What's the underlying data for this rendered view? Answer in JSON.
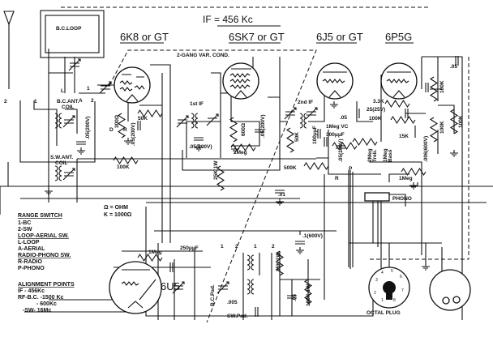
{
  "title": "IF = 456 Kc",
  "loop_label": "B.C.LOOP",
  "gang_label": "2-GANG VAR. COND.",
  "tubes": {
    "t1": "6K8 or GT",
    "t2": "6SK7 or GT",
    "t3": "6J5 or GT",
    "t4": "6P5G",
    "t5": "6U5"
  },
  "components": {
    "bc_ant_coil": [
      "B.C.ANT.",
      "COIL"
    ],
    "sw_ant_coil": [
      "S.W.ANT.",
      "COIL"
    ],
    "c_ant": ".05(200V)",
    "r_300": "300Ω",
    "r_50k_a": "50K",
    "c_k1": ".05(200V)",
    "r_100k_a": "100K",
    "if1": "1st IF",
    "c_if1": ".05(200V)",
    "r_600": "600Ω",
    "c_k2": ".05(200V)",
    "r_2meg": "2Meg",
    "r_25k": "25K 1W",
    "c_01": ".01",
    "if2": "2nd IF",
    "r_50k_b": "50K",
    "c_100": "100μμF",
    "r_500k": "500K",
    "vc": "1Meg VC",
    "c_300": "300μμF",
    "c_det": ".05(200V)",
    "c_05a": ".05",
    "r_33k": "3.3K",
    "c_25": "25(25V)",
    "r_100k_b": "100K",
    "r_15k": "15K",
    "treble": [
      "2Meg",
      "Treb."
    ],
    "bass": [
      "1Meg",
      "Bass"
    ],
    "c_006": ".006(600V)",
    "r_100k_c": "100K",
    "r_100k_d": "100K",
    "r_100k_e": "100K",
    "c_05top": ".05",
    "r_1meg_a": "1Meg",
    "phono": "PHONO",
    "r_1meg_b": "1Meg",
    "c_250": "250μμF",
    "r_35k": "35K 1W",
    "c_1": ".1(600V)",
    "c_05b": ".05",
    "r_100k_1w": "100K 1W",
    "bc_pad": "B.C.Pad.",
    "c_005": ".005",
    "sw_pad": "SW.Pad.",
    "octal": "OCTAL PLUG"
  },
  "switch_marks": {
    "L": "L",
    "A": "A",
    "one": "1",
    "two": "2",
    "R": "R",
    "P": "P",
    "D": "D"
  },
  "legend": {
    "ohm": "Ω = OHM",
    "k": "K = 1000Ω",
    "range_title": "RANGE SWITCH",
    "range": [
      "1-BC",
      "2-SW"
    ],
    "loop_title": "LOOP-AERIAL SW.",
    "loop": [
      "L-LOOP",
      "A-AERIAL"
    ],
    "phono_title": "RADIO-PHONO SW.",
    "phono": [
      "R-RADIO",
      "P-PHONO"
    ],
    "align_title": "ALIGNMENT POINTS",
    "align": [
      "IF - 456Kc",
      "RF-B.C. -1500 Kc",
      "- 600Kc",
      "-SW- 16Mc"
    ]
  },
  "octal_pins": [
    "1",
    "2",
    "3",
    "4",
    "5",
    "6",
    "7",
    "8"
  ]
}
